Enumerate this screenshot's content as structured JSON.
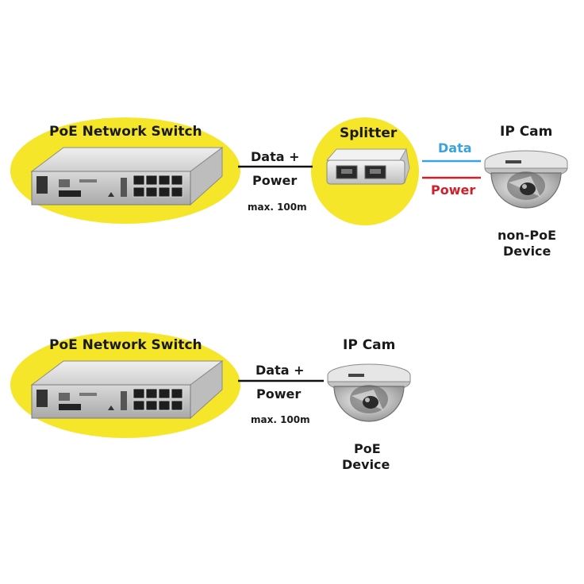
{
  "diagram": {
    "top": {
      "switch_label": "PoE Network Switch",
      "link_label_1": "Data +",
      "link_label_2": "Power",
      "link_distance": "max. 100m",
      "splitter_label": "Splitter",
      "data_label": "Data",
      "power_label": "Power",
      "cam_label": "IP Cam",
      "device_line_1": "non-PoE",
      "device_line_2": "Device"
    },
    "bottom": {
      "switch_label": "PoE Network Switch",
      "link_label_1": "Data +",
      "link_label_2": "Power",
      "link_distance": "max. 100m",
      "cam_label": "IP Cam",
      "device_line_1": "PoE",
      "device_line_2": "Device"
    }
  },
  "colors": {
    "highlight": "#f5e629",
    "data_line": "#3ba3dc",
    "power_line": "#d0202a",
    "cable": "#111111"
  }
}
